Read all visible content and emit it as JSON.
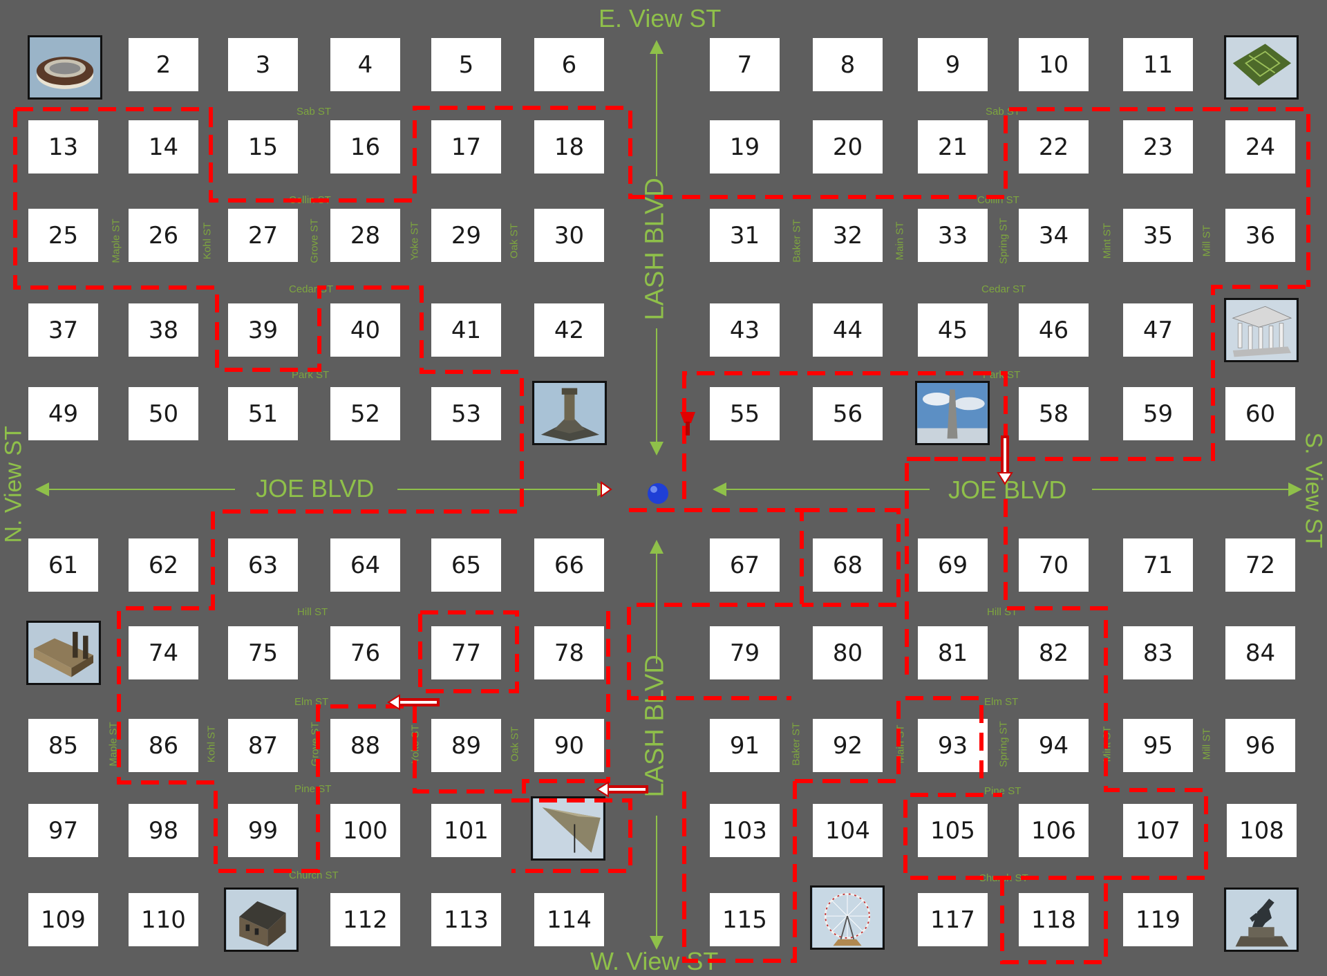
{
  "colors": {
    "background": "#5e5e5e",
    "street_label": "#8fc04a",
    "route": "#ff0000",
    "agent": "#1f3fd6",
    "target": "#e00000"
  },
  "blocks": [
    "2",
    "3",
    "4",
    "5",
    "6",
    "7",
    "8",
    "9",
    "10",
    "11",
    "13",
    "14",
    "15",
    "16",
    "17",
    "18",
    "19",
    "20",
    "21",
    "22",
    "23",
    "24",
    "25",
    "26",
    "27",
    "28",
    "29",
    "30",
    "31",
    "32",
    "33",
    "34",
    "35",
    "36",
    "37",
    "38",
    "39",
    "40",
    "41",
    "42",
    "43",
    "44",
    "45",
    "46",
    "47",
    "49",
    "50",
    "51",
    "52",
    "53",
    "55",
    "56",
    "58",
    "59",
    "60",
    "61",
    "62",
    "63",
    "64",
    "65",
    "66",
    "67",
    "68",
    "69",
    "70",
    "71",
    "72",
    "74",
    "75",
    "76",
    "77",
    "78",
    "79",
    "80",
    "81",
    "82",
    "83",
    "84",
    "85",
    "86",
    "87",
    "88",
    "89",
    "90",
    "91",
    "92",
    "93",
    "94",
    "95",
    "96",
    "97",
    "98",
    "99",
    "100",
    "101",
    "103",
    "104",
    "105",
    "106",
    "107",
    "108",
    "109",
    "110",
    "112",
    "113",
    "114",
    "115",
    "117",
    "118",
    "119"
  ],
  "landmarks": [
    {
      "name": "stadium-icon",
      "cell": "1"
    },
    {
      "name": "park-field-icon",
      "cell": "12"
    },
    {
      "name": "temple-icon",
      "cell": "48"
    },
    {
      "name": "pillar-monument-icon",
      "cell": "54"
    },
    {
      "name": "obelisk-icon",
      "cell": "57"
    },
    {
      "name": "ruins-building-icon",
      "cell": "73"
    },
    {
      "name": "paper-plane-sculpture-icon",
      "cell": "102"
    },
    {
      "name": "church-icon",
      "cell": "111"
    },
    {
      "name": "ferris-wheel-icon",
      "cell": "116"
    },
    {
      "name": "horse-statue-icon",
      "cell": "120"
    }
  ],
  "streets": {
    "top": "E. View ST",
    "bottom": "W. View ST",
    "left": "N. View ST",
    "right": "S. View ST",
    "joe_left": "JOE BLVD",
    "joe_right": "JOE BLVD",
    "lash_top": "LASH BLVD",
    "lash_bottom": "LASH BLVD",
    "h_left": [
      "Sab ST",
      "Collin ST",
      "Cedar ST",
      "Park ST",
      "Hill ST",
      "Elm ST",
      "Pine ST",
      "Church ST"
    ],
    "h_right": [
      "Sab ST",
      "Collin ST",
      "Cedar ST",
      "Park ST",
      "Hill ST",
      "Elm ST",
      "Pine ST",
      "Church ST"
    ],
    "v_left": [
      "Maple ST",
      "Kohl ST",
      "Grove ST",
      "Yoke ST",
      "Oak ST"
    ],
    "v_right": [
      "Baker ST",
      "Main ST",
      "Spring ST",
      "Mint ST",
      "Mill ST"
    ]
  }
}
